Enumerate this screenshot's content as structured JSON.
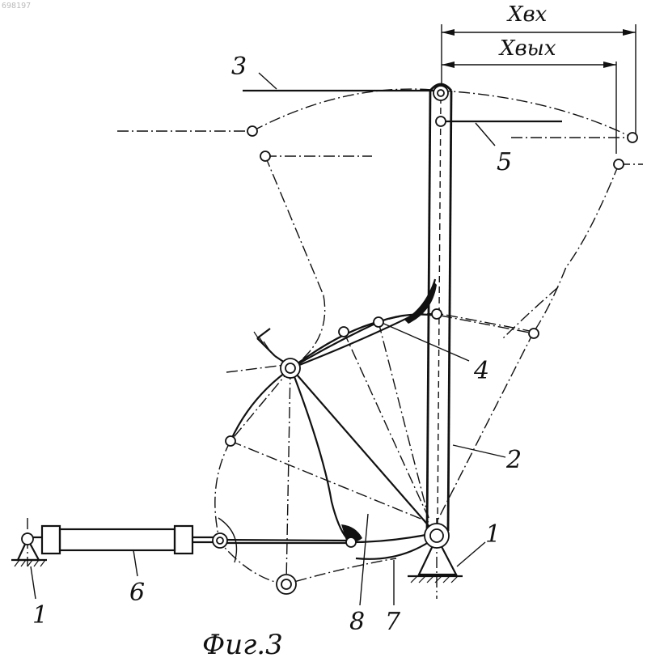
{
  "corner_mark": "698197",
  "dimensions": {
    "x_in": "Xвх",
    "x_out": "Xвых"
  },
  "labels": {
    "l1_left": "1",
    "l1_right": "1",
    "l2": "2",
    "l3": "3",
    "l4": "4",
    "l5": "5",
    "l6": "6",
    "l7": "7",
    "l8": "8"
  },
  "caption": "Фиг.3"
}
